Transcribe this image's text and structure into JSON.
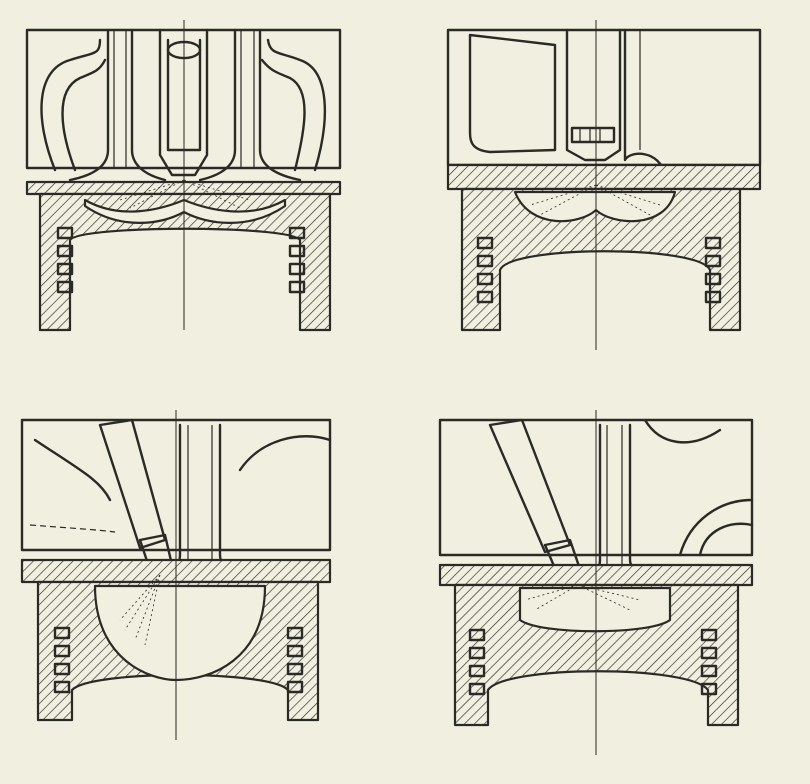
{
  "figure": {
    "panels": [
      {
        "id": "top-left",
        "variant": "central-injector-two-valves"
      },
      {
        "id": "top-right",
        "variant": "central-injector-shallow-bowl"
      },
      {
        "id": "bottom-left",
        "variant": "inclined-injector-deep-bowl"
      },
      {
        "id": "bottom-right",
        "variant": "inclined-injector-flat-bowl"
      }
    ],
    "colors": {
      "paper": "#f1efdf",
      "ink": "#2a2a26"
    }
  }
}
